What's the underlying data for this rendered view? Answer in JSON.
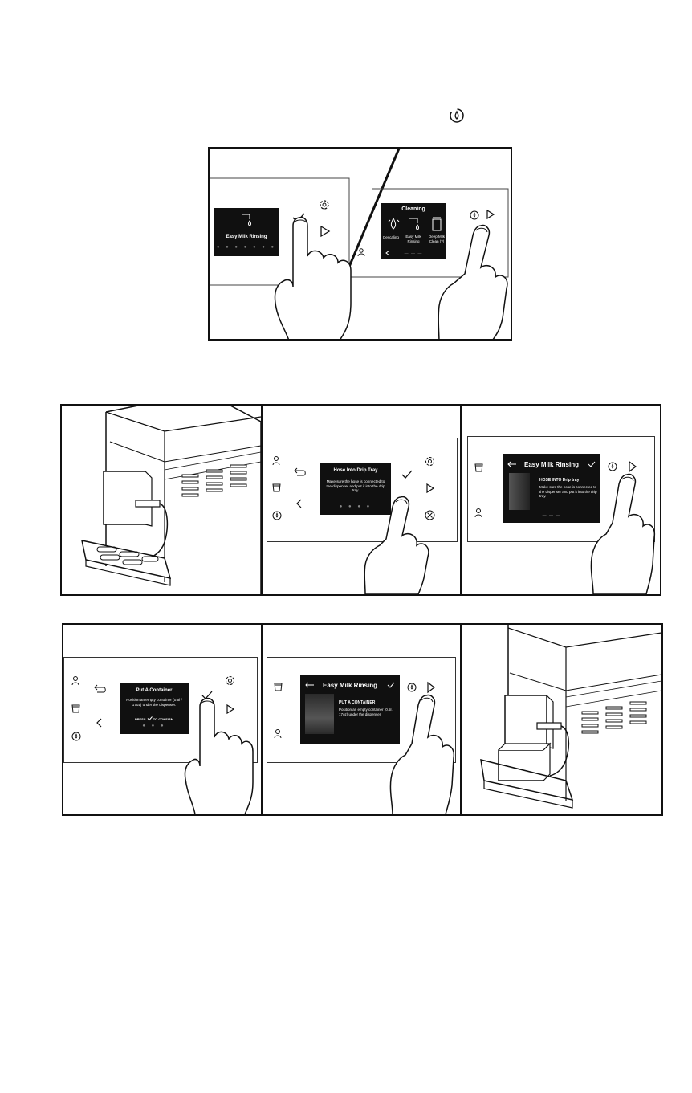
{
  "header_icon": "rinse-cycle-icon",
  "step1": {
    "left_screen": {
      "label": "Easy Milk Rinsing",
      "icon": "milk-drop-icon"
    },
    "right_screen": {
      "title": "Cleaning",
      "items": [
        "Descaling",
        "Easy Milk\nRinsing",
        "Deep Milk\nClean (?)"
      ],
      "icons": [
        "descaling-icon",
        "milk-drop-icon",
        "milk-jug-icon"
      ]
    }
  },
  "step2": {
    "screen_middle": {
      "title": "Hose Into Drip Tray",
      "body": "Make sure the hose is connected to the dispenser and put it into the drip tray."
    },
    "screen_right": {
      "title": "Easy Milk Rinsing",
      "heading": "HOSE INTO Drip tray",
      "body": "Make sure the hose is connected to the dispenser and put it into the drip tray."
    }
  },
  "step3": {
    "screen_left": {
      "title": "Put A Container",
      "body": "Position an empty container (0.5l / 17oz) under the dispenser.",
      "confirm_prefix": "PRESS",
      "confirm_suffix": "TO CONFIRM"
    },
    "screen_middle": {
      "title": "Easy Milk Rinsing",
      "heading": "PUT A CONTAINER",
      "body": "Position an empty container (0.5l / 17oz) under the dispenser."
    }
  },
  "icons": [
    "check-icon",
    "play-icon",
    "settings-icon",
    "back-icon",
    "chevron-left-icon",
    "chevron-right-icon",
    "cancel-icon",
    "user-icon",
    "cup-icon",
    "rinse-icon",
    "hand-icon"
  ]
}
